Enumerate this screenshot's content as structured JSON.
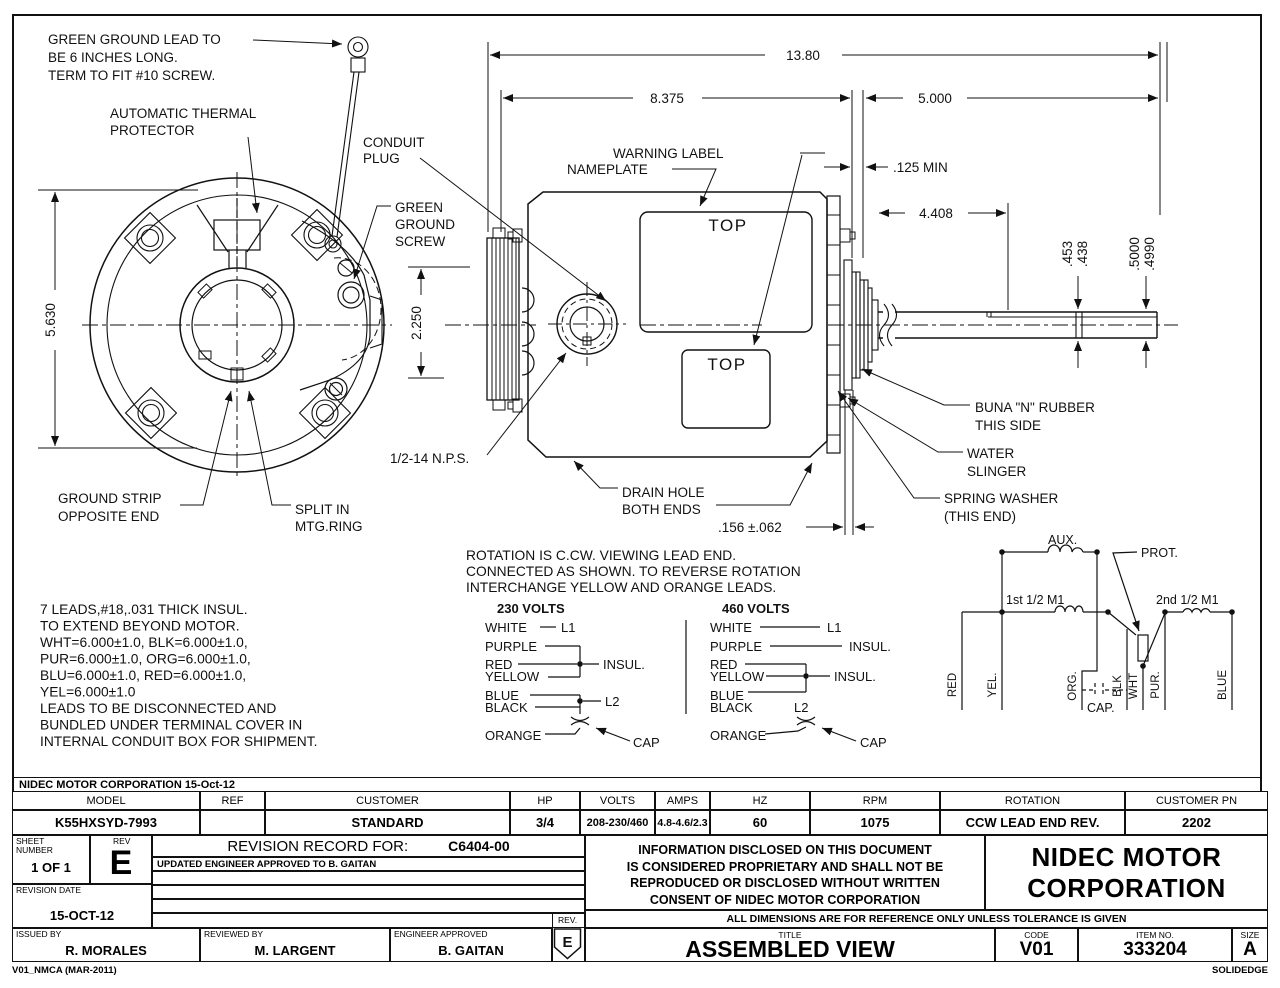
{
  "colors": {
    "ink": "#111111",
    "paper": "#ffffff"
  },
  "sheet": {
    "company_date": "NIDEC MOTOR CORPORATION 15-Oct-12",
    "footer_left": "V01_NMCA (MAR-2011)",
    "footer_right": "SOLIDEDGE"
  },
  "drawing": {
    "labels": {
      "ground_lead_1": "GREEN GROUND LEAD TO",
      "ground_lead_2": "BE 6 INCHES LONG.",
      "ground_lead_3": "TERM TO FIT #10 SCREW.",
      "thermal_1": "AUTOMATIC THERMAL",
      "thermal_2": "PROTECTOR",
      "conduit_1": "CONDUIT",
      "conduit_2": "PLUG",
      "ground_screw_1": "GREEN",
      "ground_screw_2": "GROUND",
      "ground_screw_3": "SCREW",
      "warning_label": "WARNING LABEL",
      "nameplate": "NAMEPLATE",
      "top_upper": "TOP",
      "top_lower": "TOP",
      "buna_1": "BUNA \"N\" RUBBER",
      "buna_2": "THIS SIDE",
      "water_1": "WATER",
      "water_2": "SLINGER",
      "spring_1": "SPRING WASHER",
      "spring_2": "(THIS END)",
      "nps": "1/2-14 N.P.S.",
      "drain_1": "DRAIN HOLE",
      "drain_2": "BOTH ENDS",
      "ground_strip_1": "GROUND STRIP",
      "ground_strip_2": "OPPOSITE END",
      "split_1": "SPLIT IN",
      "split_2": "MTG.RING"
    },
    "dims": {
      "overall": "13.80",
      "body": "8.375",
      "shaft_ext": "5.000",
      "min_gap": ".125 MIN",
      "shaft_len": "4.408",
      "flat_hi": ".453",
      "flat_lo": ".438",
      "dia_hi": ".5000",
      "dia_lo": ".4990",
      "hub": "2.250",
      "ring": "5.630",
      "slinger_gap": ".156 ±.062"
    },
    "notes": {
      "leads": [
        "7 LEADS,#18,.031 THICK INSUL.",
        "TO EXTEND BEYOND MOTOR.",
        "WHT=6.000±1.0, BLK=6.000±1.0,",
        "PUR=6.000±1.0, ORG=6.000±1.0,",
        "BLU=6.000±1.0, RED=6.000±1.0,",
        "YEL=6.000±1.0",
        "LEADS TO BE DISCONNECTED AND",
        "BUNDLED UNDER TERMINAL COVER IN",
        "INTERNAL CONDUIT BOX FOR SHIPMENT."
      ],
      "rotation": [
        "ROTATION IS C.CW. VIEWING LEAD END.",
        "CONNECTED AS SHOWN. TO REVERSE ROTATION",
        "INTERCHANGE YELLOW AND ORANGE LEADS."
      ]
    },
    "wiring230": {
      "title": "230 VOLTS",
      "white": "WHITE",
      "purple": "PURPLE",
      "red": "RED",
      "yellow": "YELLOW",
      "blue": "BLUE",
      "black": "BLACK",
      "orange": "ORANGE",
      "l1": "L1",
      "insul": "INSUL.",
      "l2": "L2",
      "cap": "CAP"
    },
    "wiring460": {
      "title": "460 VOLTS",
      "white": "WHITE",
      "purple": "PURPLE",
      "red": "RED",
      "yellow": "YELLOW",
      "blue": "BLUE",
      "black": "BLACK",
      "orange": "ORANGE",
      "l1": "L1",
      "insul1": "INSUL.",
      "insul2": "INSUL.",
      "l2": "L2",
      "cap": "CAP"
    },
    "schematic": {
      "aux": "AUX.",
      "prot": "PROT.",
      "m1_first": "1st 1/2 M1",
      "m1_second": "2nd 1/2 M1",
      "red": "RED",
      "yel": "YEL.",
      "org": "ORG.",
      "cap": "CAP.",
      "blk": "BLK",
      "wht": "WHT",
      "pur": "PUR.",
      "blue": "BLUE"
    }
  },
  "title_block": {
    "spec": {
      "headers": [
        "MODEL",
        "REF",
        "CUSTOMER",
        "HP",
        "VOLTS",
        "AMPS",
        "HZ",
        "RPM",
        "ROTATION",
        "CUSTOMER PN"
      ],
      "values": [
        "K55HXSYD-7993",
        "",
        "STANDARD",
        "3/4",
        "208-230/460",
        "4.8-4.6/2.3",
        "60",
        "1075",
        "CCW LEAD END REV.",
        "2202"
      ]
    },
    "sheet_label_1": "SHEET",
    "sheet_label_2": "NUMBER",
    "sheet_value": "1 OF 1",
    "rev_label": "REV",
    "rev_value": "E",
    "revision_record_label": "REVISION RECORD FOR:",
    "revision_record_code": "C6404-00",
    "revision_entry": "UPDATED ENGINEER APPROVED TO B. GAITAN",
    "revision_date_label": "REVISION DATE",
    "revision_date": "15-OCT-12",
    "issued_by_label": "ISSUED BY",
    "issued_by": "R. MORALES",
    "reviewed_by_label": "REVIEWED BY",
    "reviewed_by": "M. LARGENT",
    "engineer_approved_label": "ENGINEER APPROVED",
    "engineer_approved": "B. GAITAN",
    "rev_flag_label": "REV.",
    "rev_flag": "E",
    "proprietary": [
      "INFORMATION DISCLOSED ON THIS DOCUMENT",
      "IS CONSIDERED PROPRIETARY AND SHALL NOT BE",
      "REPRODUCED OR DISCLOSED WITHOUT WRITTEN",
      "CONSENT OF NIDEC MOTOR CORPORATION"
    ],
    "company_1": "NIDEC MOTOR",
    "company_2": "CORPORATION",
    "tolerance_note": "ALL DIMENSIONS ARE FOR REFERENCE ONLY UNLESS TOLERANCE IS GIVEN",
    "title_label": "TITLE",
    "title": "ASSEMBLED VIEW",
    "code_label": "CODE",
    "code": "V01",
    "item_label": "ITEM NO.",
    "item": "333204",
    "size_label": "SIZE",
    "size": "A"
  }
}
